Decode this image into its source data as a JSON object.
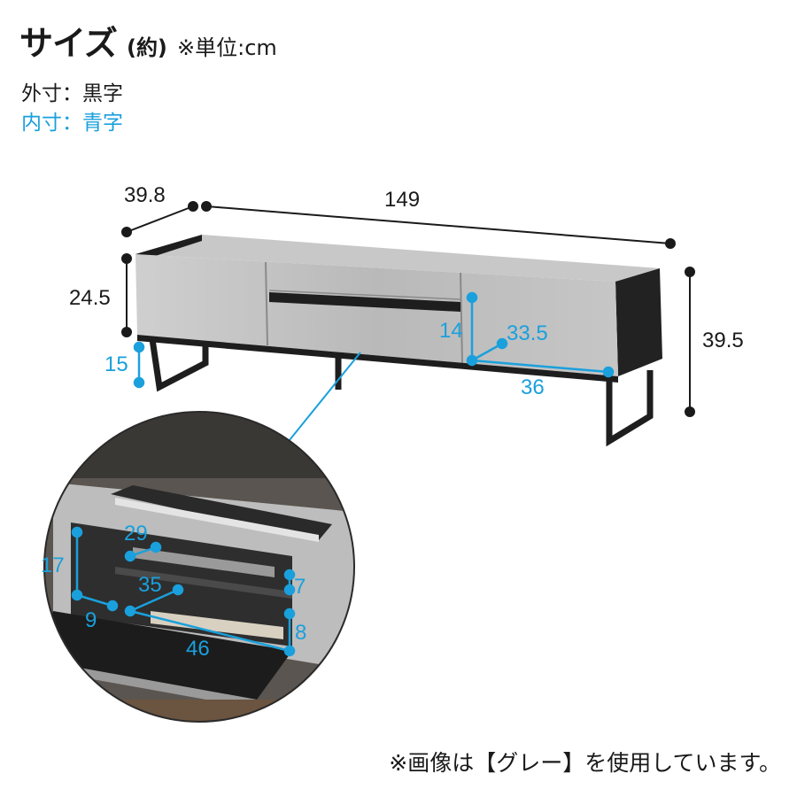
{
  "header": {
    "title": "サイズ",
    "approx": "(約)",
    "unit": "※単位:cm"
  },
  "legend": {
    "outer": "外寸：黒字",
    "inner": "内寸：青字"
  },
  "dimensions": {
    "outer": {
      "depth": "39.8",
      "width": "149",
      "height": "39.5",
      "body_height": "24.5"
    },
    "inner": {
      "leg_clearance": "15",
      "side_compartment_height": "14",
      "side_compartment_depth": "33.5",
      "side_compartment_width": "36",
      "detail_height": "17",
      "detail_drawer_depth": "29",
      "detail_small_height": "7",
      "detail_depth": "35",
      "detail_side_width": "9",
      "detail_low_height": "8",
      "detail_width": "46"
    }
  },
  "colors": {
    "outer_dim": "#1a1a1a",
    "inner_dim": "#1aa0dc",
    "body": "#c4c4c4",
    "frame": "#1e1e1e"
  },
  "footer": {
    "note": "※画像は【グレー】を使用しています。"
  }
}
